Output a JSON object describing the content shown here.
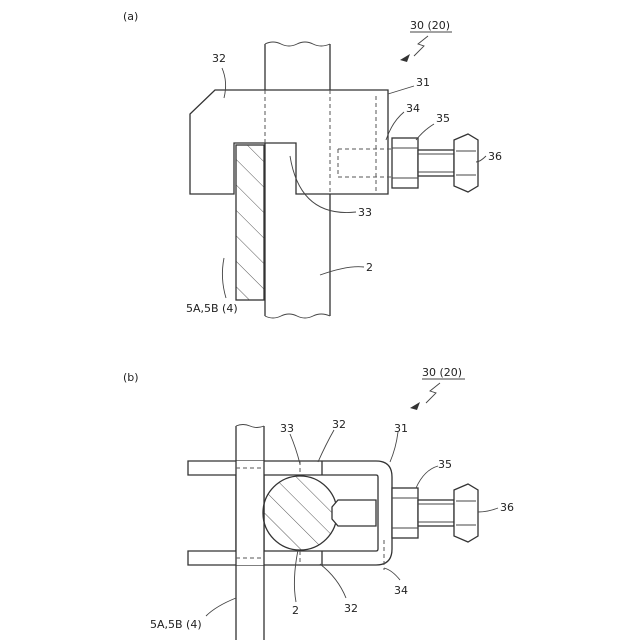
{
  "view_a": {
    "caption": "(a)",
    "assembly": "30 (20)",
    "labels": {
      "l32": "32",
      "l31": "31",
      "l34": "34",
      "l35": "35",
      "l36": "36",
      "l33": "33",
      "l2": "2",
      "plate": "5A,5B (4)"
    }
  },
  "view_b": {
    "caption": "(b)",
    "assembly": "30 (20)",
    "labels": {
      "l33": "33",
      "l32_top": "32",
      "l31": "31",
      "l35": "35",
      "l36": "36",
      "l34": "34",
      "l2": "2",
      "l32_bottom": "32",
      "plate": "5A,5B (4)"
    }
  }
}
